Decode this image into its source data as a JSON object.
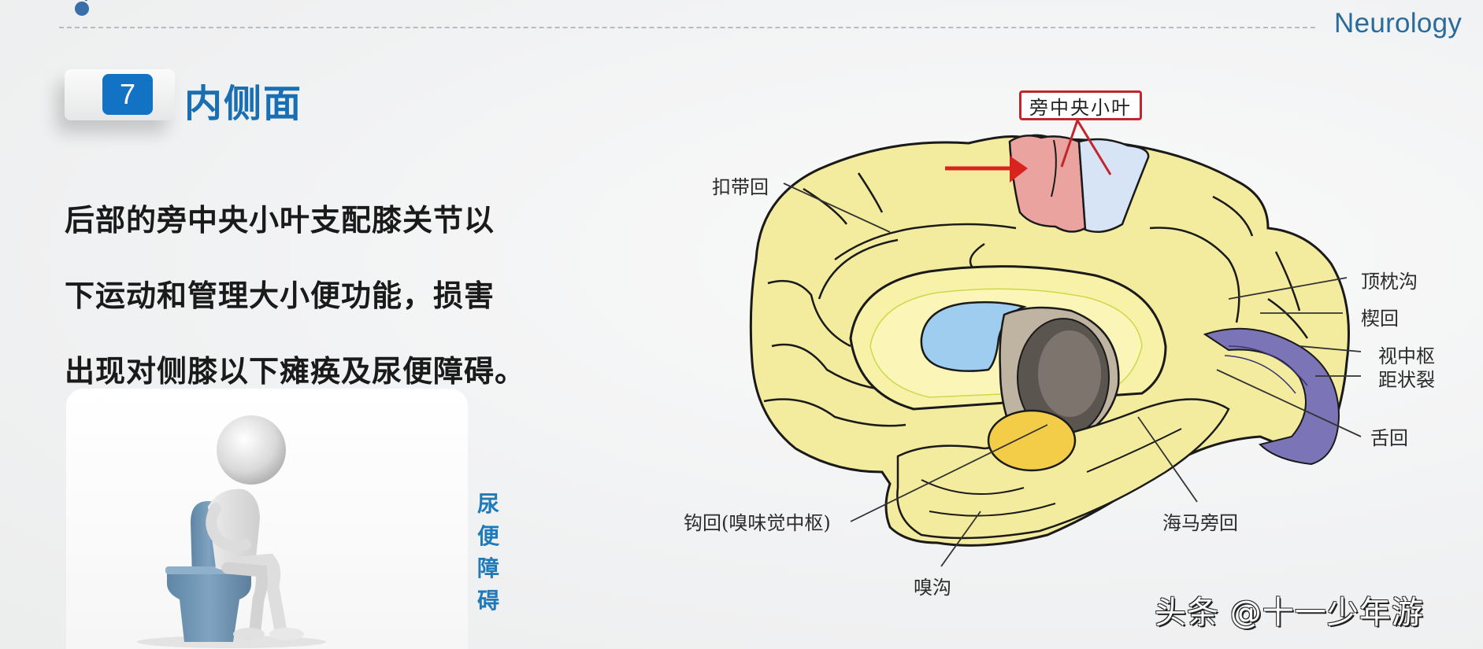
{
  "header": {
    "brand": "Neurology"
  },
  "section": {
    "number": "7",
    "title": "内侧面"
  },
  "body": {
    "lines": [
      "后部的旁中央小叶支配膝关节以",
      "下运动和管理大小便功能，损害",
      "出现对侧膝以下瘫痪及尿便障碍。"
    ]
  },
  "illustration": {
    "caption_chars": [
      "尿",
      "便",
      "障",
      "碍"
    ],
    "description": "3D figure sitting on toilet"
  },
  "diagram": {
    "highlight_label": "旁中央小叶",
    "labels": {
      "cingulate": "扣带回",
      "parieto_occipital": "顶枕沟",
      "cuneus": "楔回",
      "visual_center": "视中枢",
      "calcarine": "距状裂",
      "lingual": "舌回",
      "uncus": "钩回(嗅味觉中枢)",
      "parahippocampal": "海马旁回",
      "olfactory_sulcus": "嗅沟"
    },
    "colors": {
      "cortex": "#f3ec9e",
      "paracentral_anterior": "#eba3a0",
      "paracentral_posterior": "#d7e4f5",
      "ventricle": "#9fcdef",
      "visual_center": "#7b75b8",
      "uncus": "#f4cd48",
      "arrow": "#d8231f",
      "outline": "#1a1a1a"
    }
  },
  "watermark": {
    "text": "头条 @十一少年游"
  }
}
